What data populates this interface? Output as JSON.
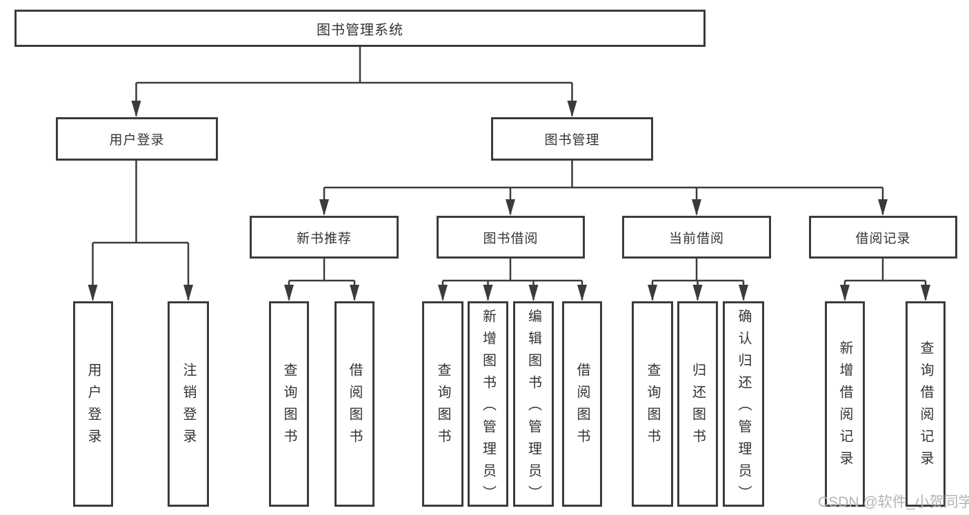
{
  "diagram": {
    "title": "图书管理系统",
    "branches": [
      {
        "label": "用户登录",
        "children": [
          "用户登录",
          "注销登录"
        ]
      },
      {
        "label": "图书管理",
        "children": [
          {
            "label": "新书推荐",
            "children": [
              "查询图书",
              "借阅图书"
            ]
          },
          {
            "label": "图书借阅",
            "children": [
              "查询图书",
              "新增图书（管理员）",
              "编辑图书（管理员）",
              "借阅图书"
            ]
          },
          {
            "label": "当前借阅",
            "children": [
              "查询图书",
              "归还图书",
              "确认归还（管理员）"
            ]
          },
          {
            "label": "借阅记录",
            "children": [
              "新增借阅记录",
              "查询借阅记录"
            ]
          }
        ]
      }
    ]
  },
  "watermark": {
    "text": "CSDN @软件_小贺同学"
  },
  "colors": {
    "line": "#3b3b3b",
    "box_border": "#3b3b3b",
    "text": "#333333",
    "watermark": "#b3b3b3",
    "background": "#ffffff"
  }
}
